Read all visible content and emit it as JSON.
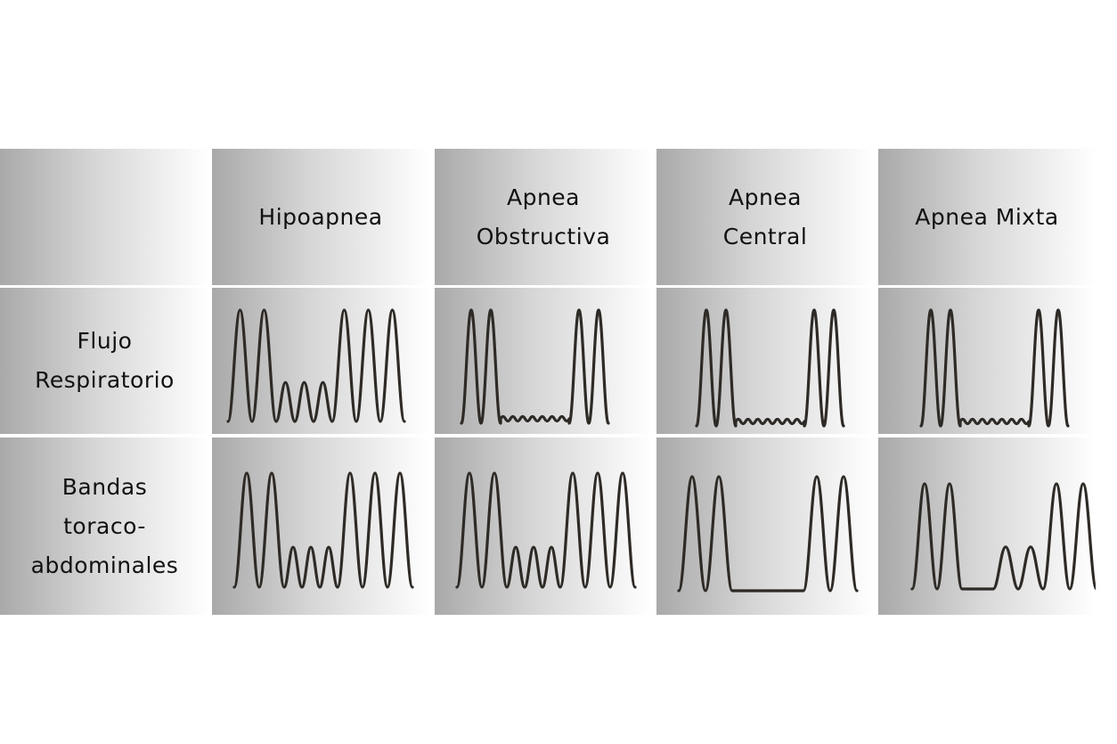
{
  "columns": [
    "",
    "Hipoapnea",
    "Apnea\nObstructiva",
    "Apnea\nCentral",
    "Apnea Mixta"
  ],
  "rows": [
    {
      "label": "Flujo\nRespiratorio",
      "signal": "flow"
    },
    {
      "label": "Bandas\ntoraco-\nabdominales",
      "signal": "effort"
    }
  ],
  "colors": {
    "trace": "#2e2a26",
    "gradient_start": "#a9a9a9",
    "gradient_end": "#ffffff"
  }
}
